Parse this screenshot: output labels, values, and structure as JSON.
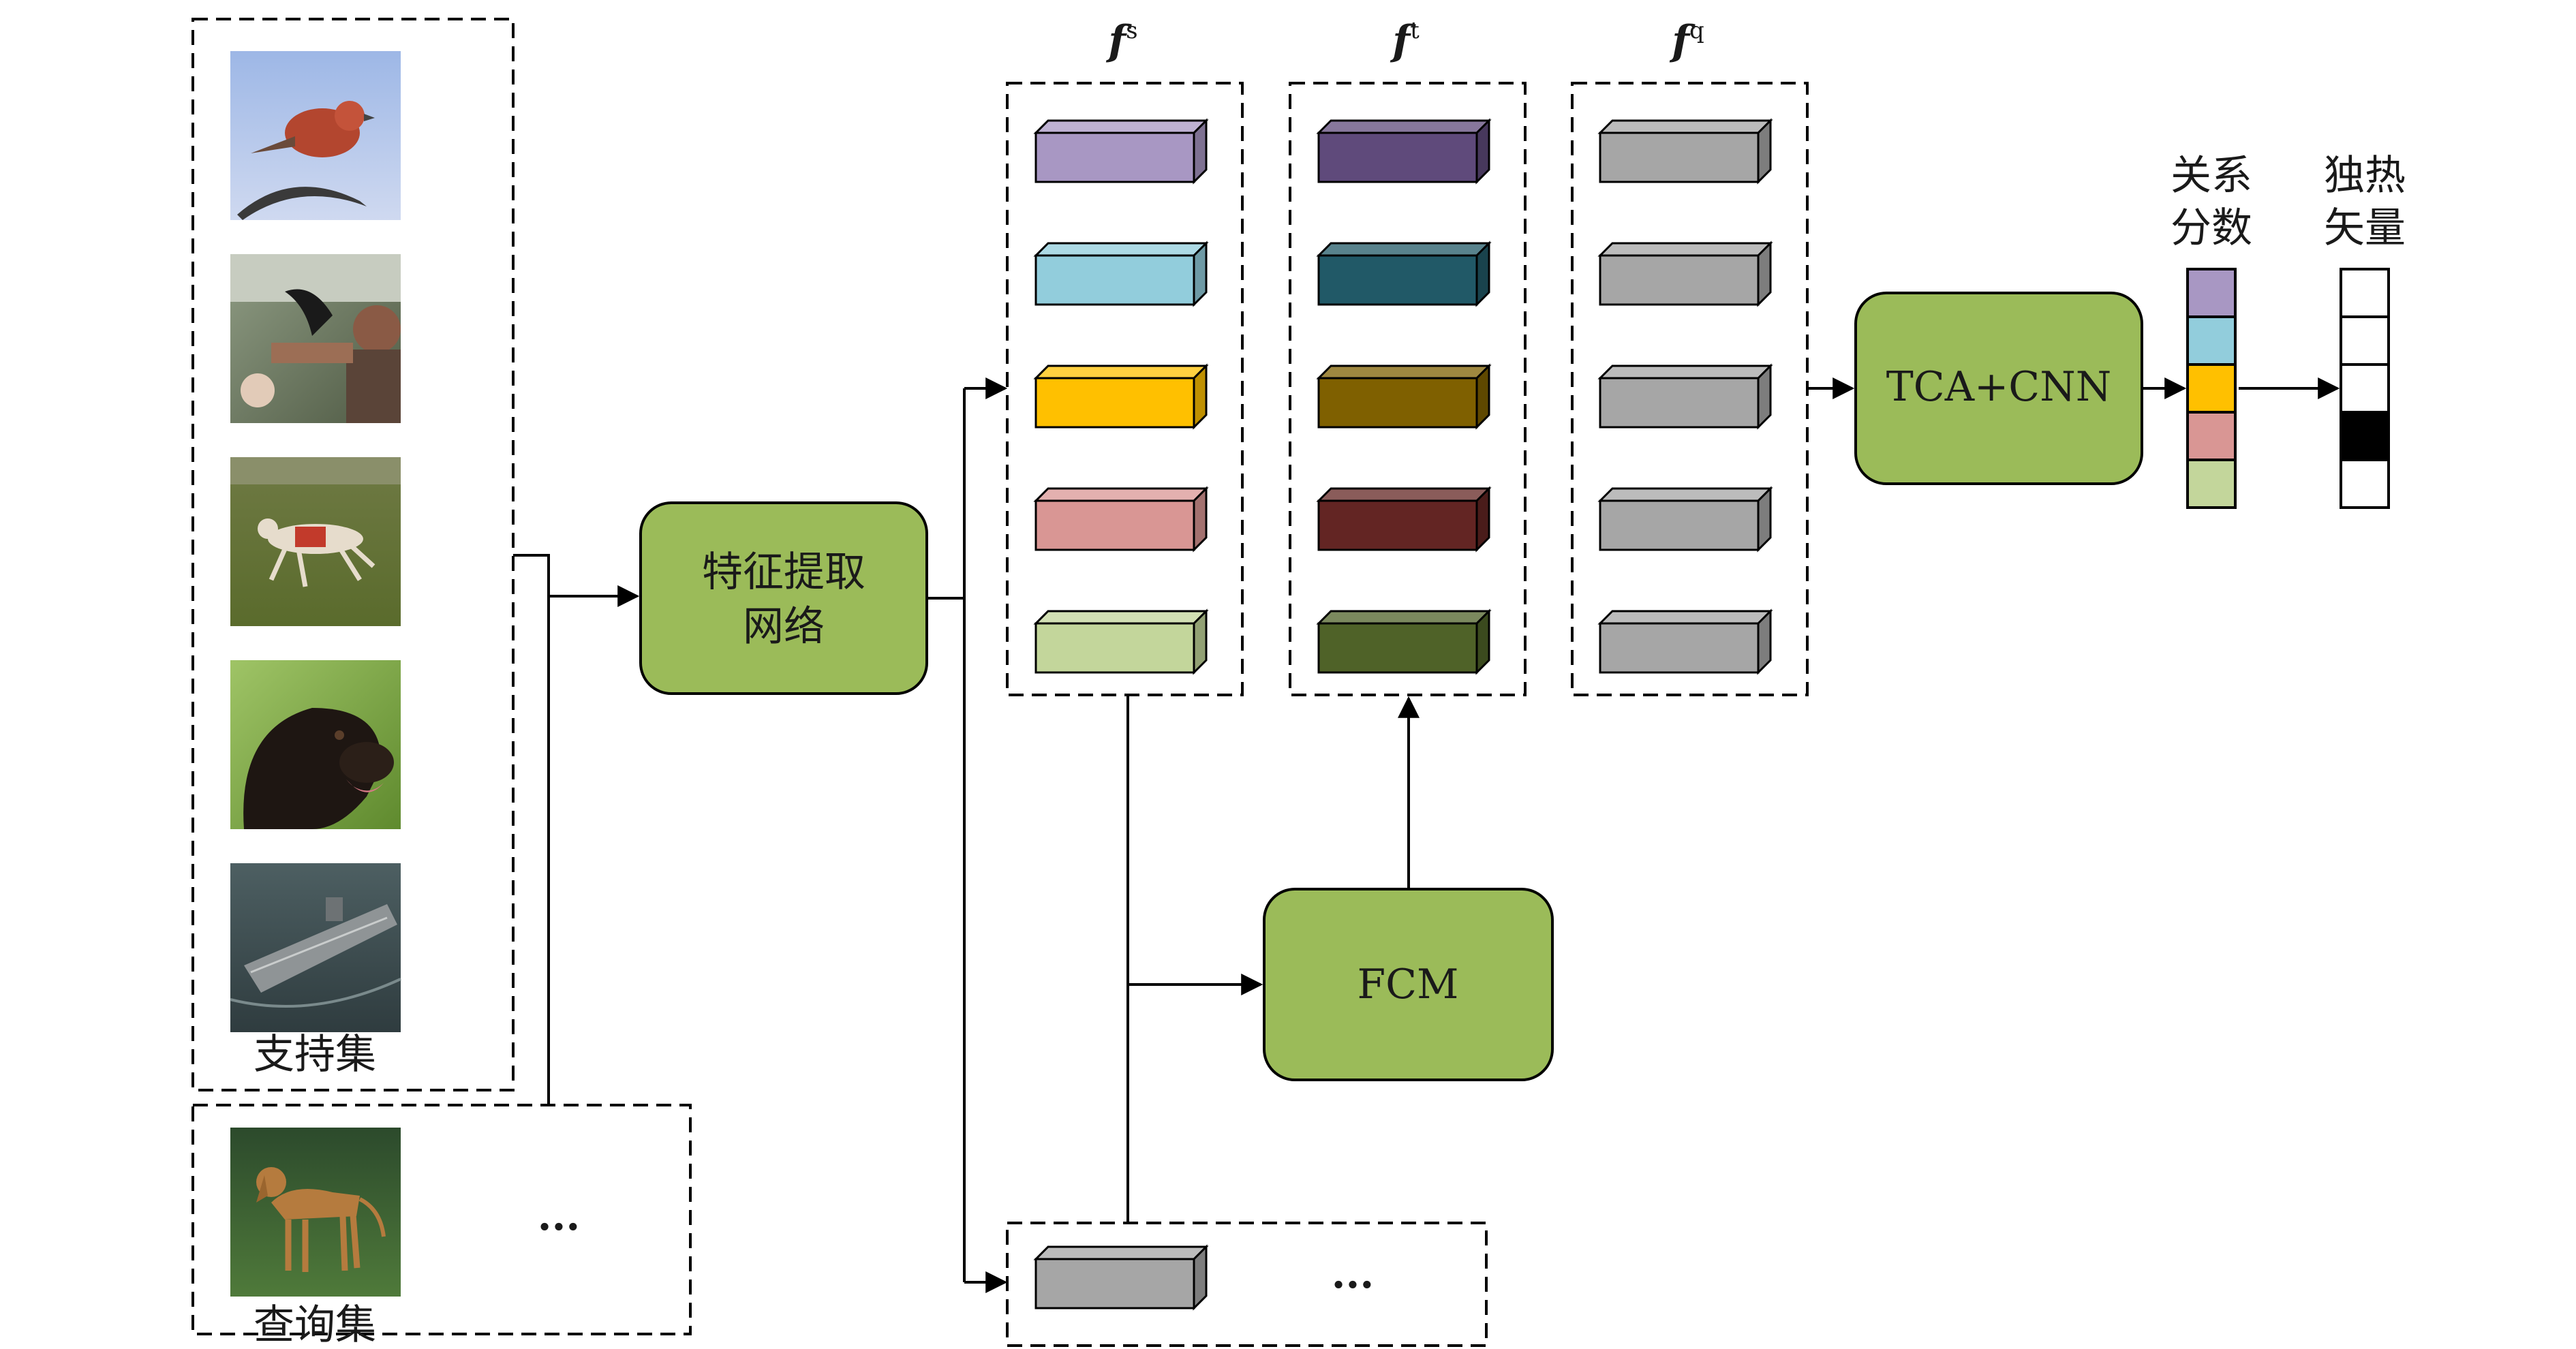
{
  "support_set": {
    "label": "支持集",
    "images": [
      {
        "icon": "bird-photo"
      },
      {
        "icon": "person-with-bird-photo"
      },
      {
        "icon": "running-dog-photo"
      },
      {
        "icon": "dog-head-photo"
      },
      {
        "icon": "aircraft-carrier-photo"
      }
    ]
  },
  "query_set": {
    "label": "查询集",
    "ellipsis": "...",
    "images": [
      {
        "icon": "standing-dog-photo"
      }
    ]
  },
  "feature_extractor": {
    "line1": "特征提取",
    "line2": "网络",
    "color": "#9bbb59"
  },
  "fcm": {
    "label": "FCM",
    "color": "#9bbb59"
  },
  "tca_cnn": {
    "label": "TCA+CNN",
    "color": "#9bbb59"
  },
  "feature_sets": {
    "fs": {
      "symbol": "f",
      "superscript": "s",
      "colors": [
        "#a897c3",
        "#92cddc",
        "#ffc000",
        "#d99694",
        "#c3d69b"
      ]
    },
    "ft": {
      "symbol": "f",
      "superscript": "t",
      "colors": [
        "#5f4a7b",
        "#215967",
        "#7f6000",
        "#632523",
        "#4f6228"
      ]
    },
    "fq": {
      "symbol": "f",
      "superscript": "q",
      "colors": [
        "#a6a6a6",
        "#a6a6a6",
        "#a6a6a6",
        "#a6a6a6",
        "#a6a6a6"
      ]
    }
  },
  "query_features": {
    "color": "#a6a6a6",
    "ellipsis": "..."
  },
  "relation_scores": {
    "line1": "关系",
    "line2": "分数",
    "colors": [
      "#a897c3",
      "#92cddc",
      "#ffc000",
      "#d99694",
      "#c3d69b"
    ]
  },
  "one_hot": {
    "line1": "独热",
    "line2": "矢量",
    "cells": [
      0,
      0,
      0,
      1,
      0
    ]
  }
}
